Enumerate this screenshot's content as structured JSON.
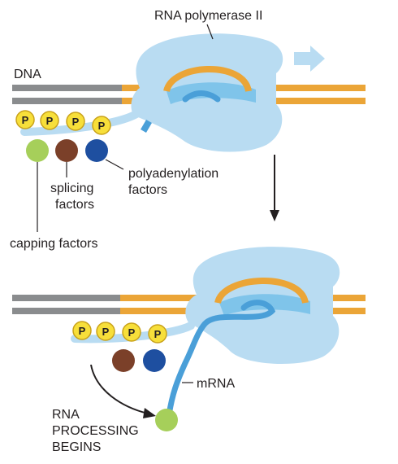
{
  "labels": {
    "rna_polymerase": "RNA polymerase II",
    "dna": "DNA",
    "splicing_factors": [
      "splicing",
      "factors"
    ],
    "polyadenylation_factors": [
      "polyadenylation",
      "factors"
    ],
    "capping_factors": "capping factors",
    "mrna": "mRNA",
    "rna_processing_begins": [
      "RNA",
      "PROCESSING",
      "BEGINS"
    ]
  },
  "phosphate_label": "P",
  "colors": {
    "dna_gray": "#8a8c8e",
    "dna_orange": "#eba537",
    "polymerase": "#b9dcf2",
    "polymerase_inner": "#7fc4ea",
    "rna_strand": "#4a9fd8",
    "phosphate": "#f7df3a",
    "capping_factor": "#a6cf5a",
    "splicing_factor": "#7b4029",
    "polyadenylation_factor": "#1e4fa0",
    "arrow": "#231f20"
  }
}
